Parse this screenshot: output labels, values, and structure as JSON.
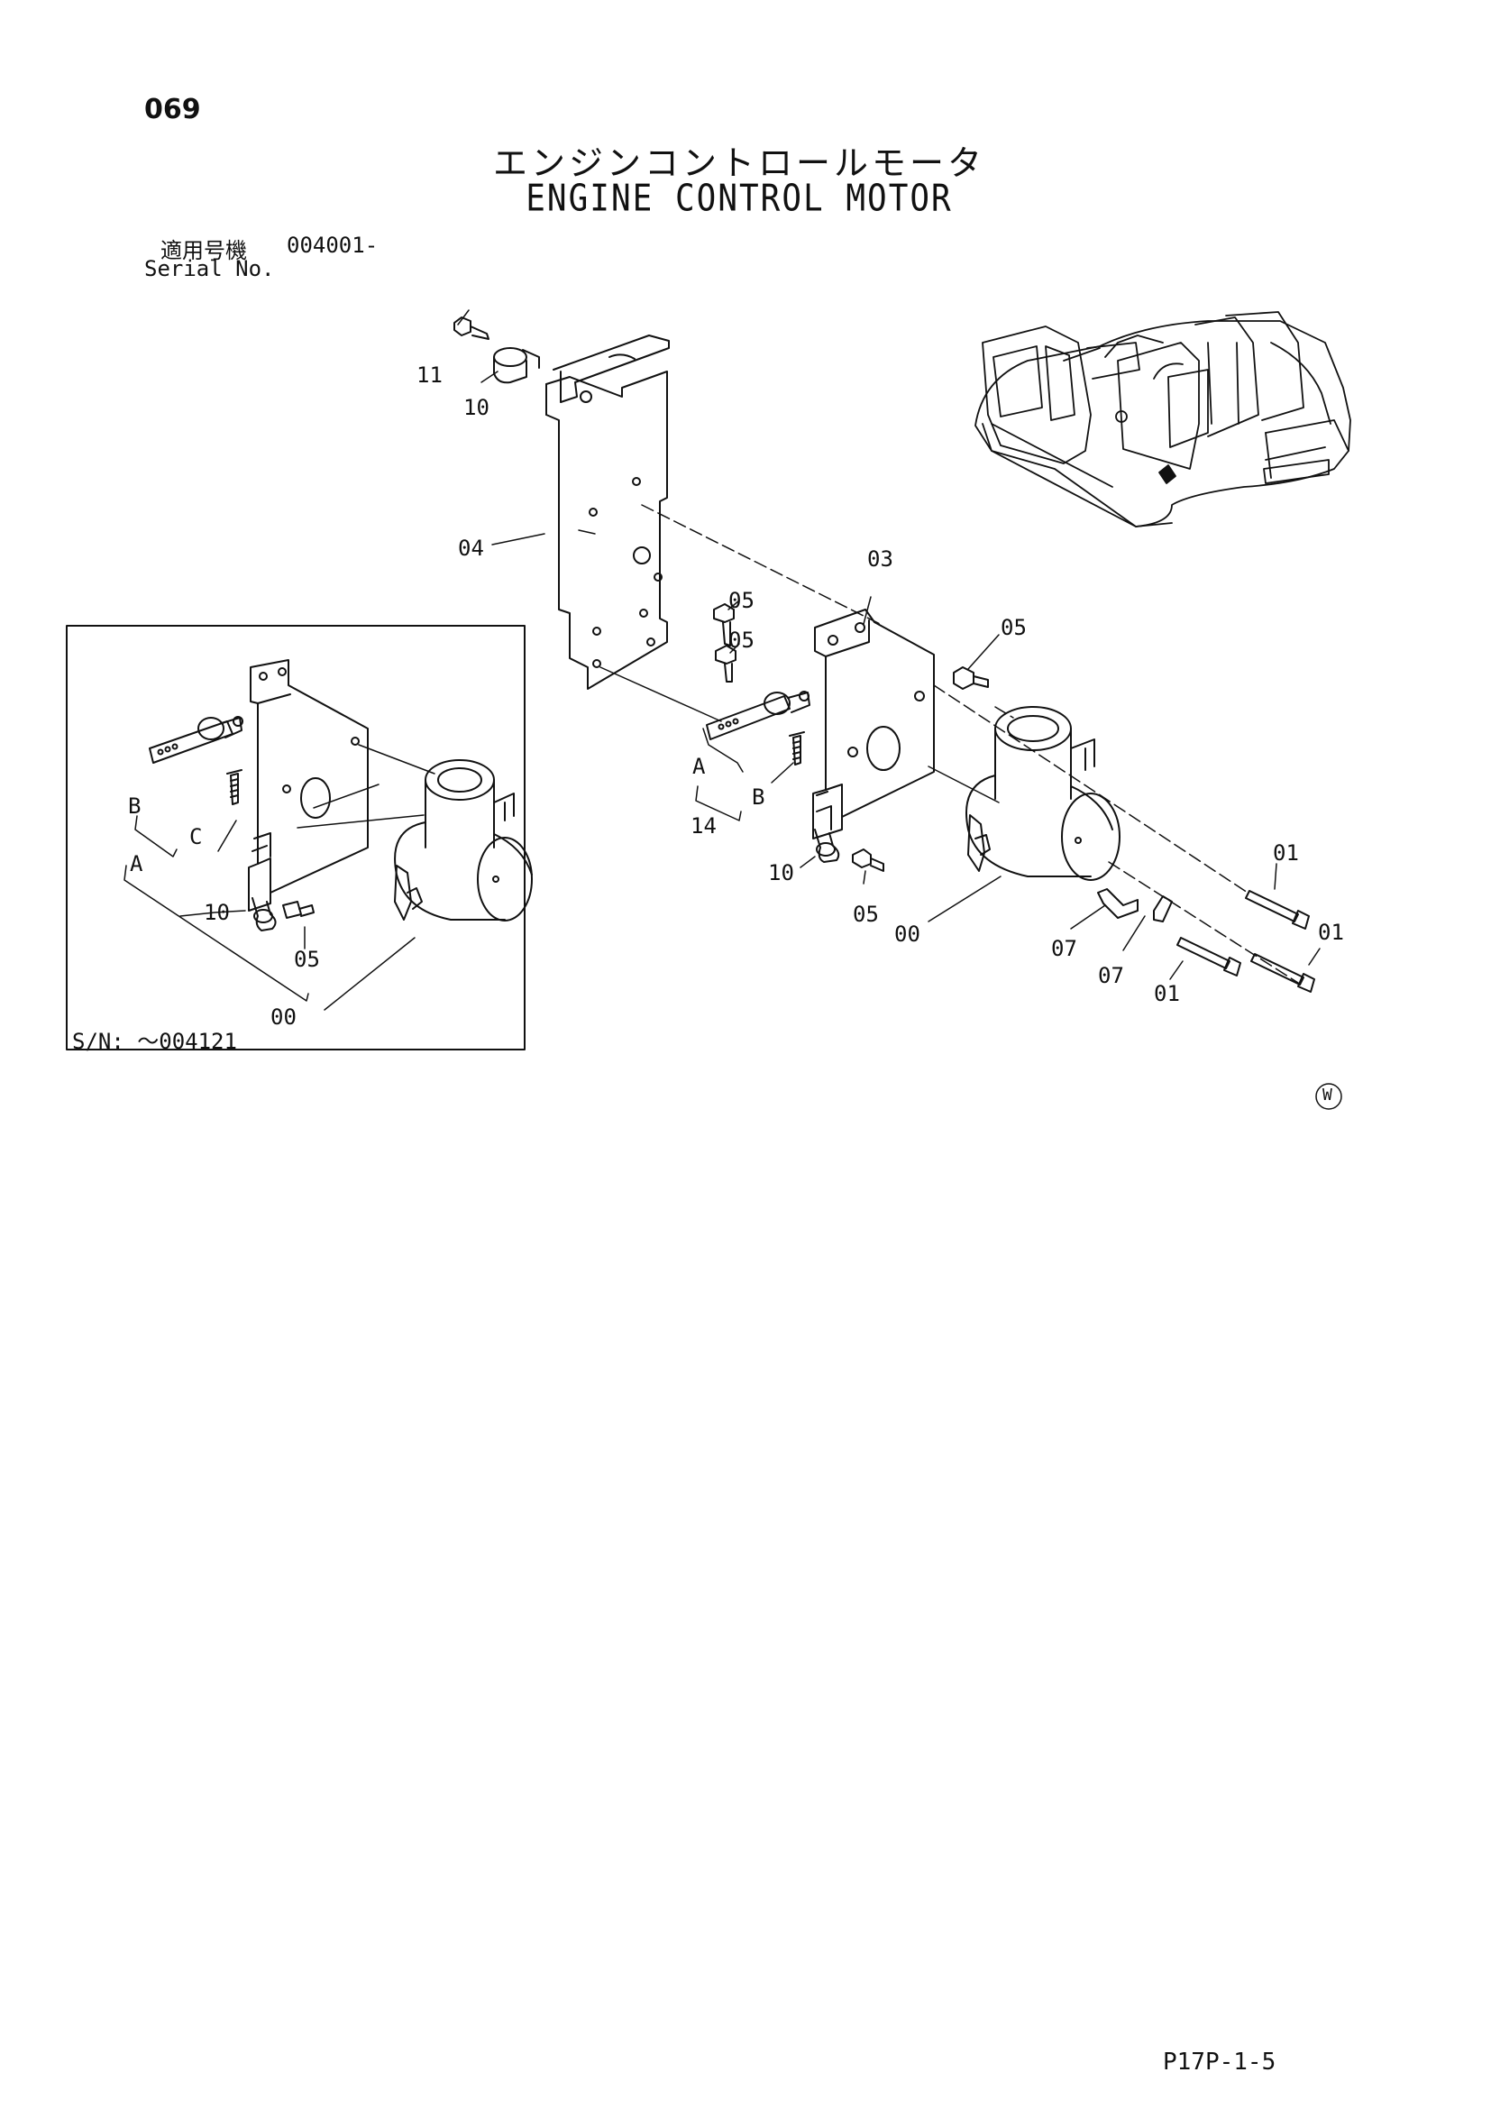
{
  "page_number": "069",
  "title_ja": "エンジンコントロールモータ",
  "title_en": "ENGINE CONTROL MOTOR",
  "serial": {
    "label_ja": "適用号機",
    "value": "004001-",
    "label_en": "Serial No."
  },
  "inset": {
    "serial_note": "S/N: ～004121",
    "labels": {
      "b": "B",
      "c": "C",
      "a": "A",
      "p10": "10",
      "p05": "05",
      "p00": "00"
    }
  },
  "main_labels": {
    "p11": "11",
    "p10_top": "10",
    "p04": "04",
    "p03": "03",
    "p05_a": "05",
    "p05_b": "05",
    "p05_c": "05",
    "a": "A",
    "b": "B",
    "p14": "14",
    "p10_low": "10",
    "p05_low": "05",
    "p00": "00",
    "p01_a": "01",
    "p01_b": "01",
    "p01_c": "01",
    "p07_a": "07",
    "p07_b": "07"
  },
  "watermark_symbol": "W",
  "footer_code": "P17P-1-5"
}
